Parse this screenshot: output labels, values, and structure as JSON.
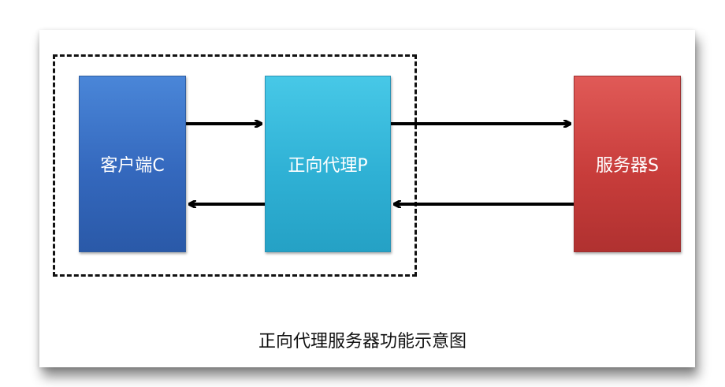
{
  "nodes": {
    "client": "客户端C",
    "proxy": "正向代理P",
    "server": "服务器S"
  },
  "caption": "正向代理服务器功能示意图",
  "colors": {
    "client": "#3468bd",
    "proxy": "#2fb1d5",
    "server": "#c83d3b",
    "arrow": "#000000"
  }
}
